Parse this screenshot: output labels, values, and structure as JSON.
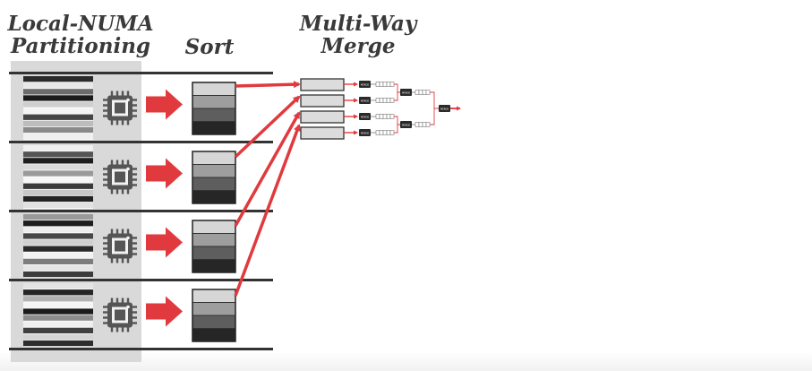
{
  "headings": {
    "partitioning": [
      "Local-NUMA",
      "Partitioning"
    ],
    "sort": "Sort",
    "merge": [
      "Multi-Way",
      "Merge"
    ]
  },
  "merge_node_label": "MERGE",
  "colors": {
    "arrow": "#e03a3e",
    "rail": "#333333",
    "cpu": "#555555",
    "text": "#3a3a3a"
  },
  "icons": [
    "cpu-chip-icon",
    "right-arrow-icon"
  ],
  "partition_count": 4,
  "sorted_run_shades": [
    "#d6d6d6",
    "#9e9e9e",
    "#5e5e5e",
    "#262626"
  ]
}
